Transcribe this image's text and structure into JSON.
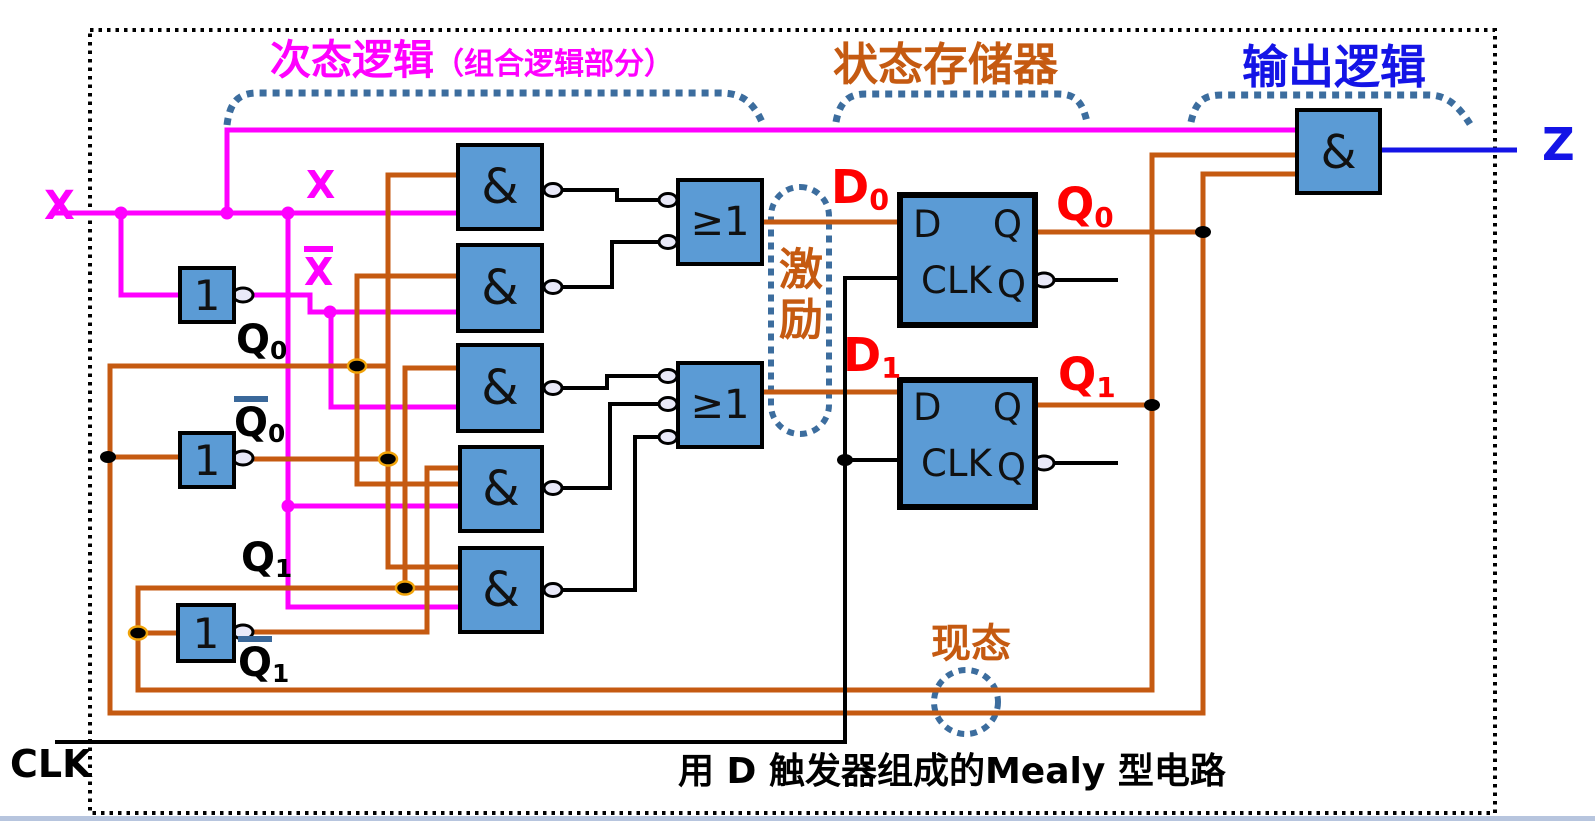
{
  "region_titles": {
    "next_state": "次态逻辑",
    "next_state_paren": "（组合逻辑部分）",
    "state_memory": "状态存储器",
    "output_logic": "输出逻辑"
  },
  "annotations": {
    "excitation": "激励",
    "present_state": "现态",
    "caption": "用 D 触发器组成的Mealy 型电路"
  },
  "signals": {
    "x_input": "X",
    "x_upper": "X",
    "x_bar": "X",
    "q0": {
      "m": "Q",
      "s": "0"
    },
    "q0_bar": {
      "m": "Q",
      "s": "0"
    },
    "q1": {
      "m": "Q",
      "s": "1"
    },
    "q1_bar": {
      "m": "Q",
      "s": "1"
    },
    "clk": "CLK",
    "d0": {
      "m": "D",
      "s": "0"
    },
    "d1": {
      "m": "D",
      "s": "1"
    },
    "q0_out": {
      "m": "Q",
      "s": "0"
    },
    "q1_out": {
      "m": "Q",
      "s": "1"
    },
    "z": "Z"
  },
  "gate_symbols": {
    "and": "&",
    "or": "≥1",
    "not": "1"
  },
  "flipflop": {
    "d": "D",
    "clk": "CLK",
    "q": "Q",
    "q_bar": "Q"
  },
  "colors": {
    "input_wire": "#FF00FF",
    "state_wire": "#C55A11",
    "output_wire": "#1414E6",
    "excite_label": "#FF0000",
    "gate_fill": "#5B9BD5",
    "brace_dash": "#3C6D9E"
  }
}
